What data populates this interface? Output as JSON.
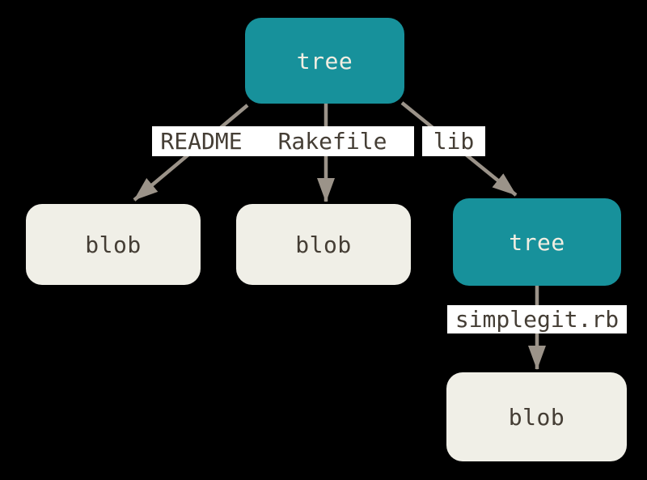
{
  "diagram": {
    "background_color": "#000000",
    "colors": {
      "tree_fill": "#17919b",
      "tree_text": "#f2eee2",
      "blob_fill": "#f0efe7",
      "blob_text": "#453e35",
      "edge": "#9b9389",
      "edge_label_bg": "#ffffff",
      "edge_label_text": "#453e35"
    },
    "nodes": [
      {
        "id": "tree-root",
        "type": "tree",
        "label": "tree"
      },
      {
        "id": "blob-readme",
        "type": "blob",
        "label": "blob"
      },
      {
        "id": "blob-rakefile",
        "type": "blob",
        "label": "blob"
      },
      {
        "id": "tree-lib",
        "type": "tree",
        "label": "tree"
      },
      {
        "id": "blob-simplegit",
        "type": "blob",
        "label": "blob"
      }
    ],
    "edges": [
      {
        "from": "tree-root",
        "to": "blob-readme",
        "label": "README"
      },
      {
        "from": "tree-root",
        "to": "blob-rakefile",
        "label": "Rakefile"
      },
      {
        "from": "tree-root",
        "to": "tree-lib",
        "label": "lib"
      },
      {
        "from": "tree-lib",
        "to": "blob-simplegit",
        "label": "simplegit.rb"
      }
    ]
  }
}
